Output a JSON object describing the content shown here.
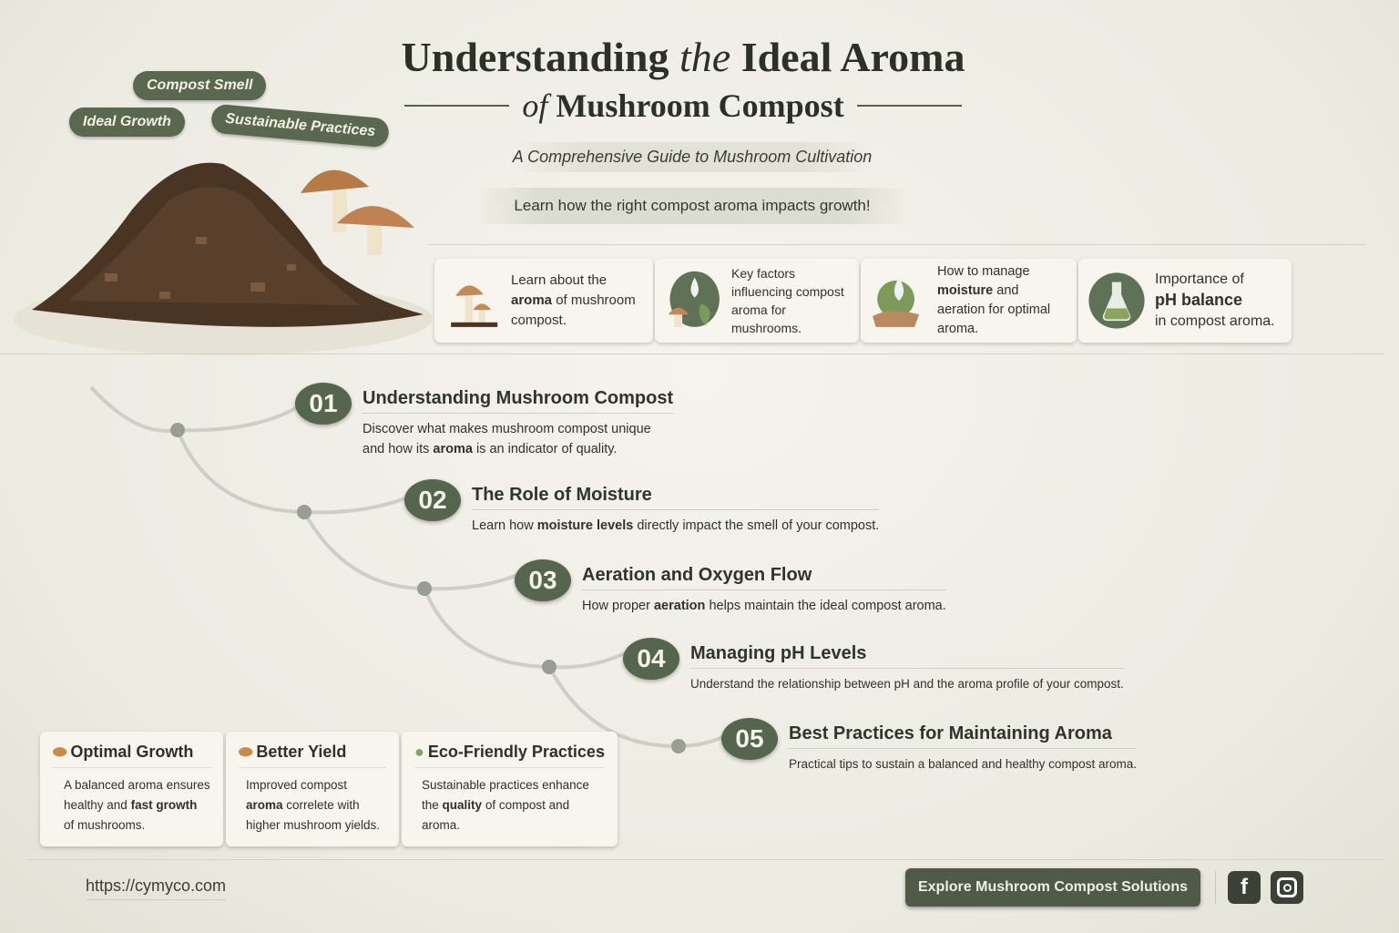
{
  "header": {
    "title_a": "Understanding",
    "title_the": "the",
    "title_b": "Ideal Aroma",
    "title_of": "of",
    "title_c": "Mushroom Compost",
    "subtitle": "A Comprehensive Guide to Mushroom Cultivation",
    "tagline": "Learn how the right compost aroma impacts growth!"
  },
  "bubbles": [
    "Compost Smell",
    "Ideal Growth",
    "Sustainable Practices"
  ],
  "features": [
    {
      "icon": "mushrooms-icon",
      "pre": "Learn about the",
      "bold": "aroma",
      "post": "of mushroom compost."
    },
    {
      "icon": "water-drop-leaf-icon",
      "pre": "Key factors influencing compost aroma for mushrooms.",
      "bold": "",
      "post": ""
    },
    {
      "icon": "moisture-soil-icon",
      "pre": "How to manage",
      "bold": "moisture",
      "post": "and aeration for optimal aroma."
    },
    {
      "icon": "flask-icon",
      "pre": "Importance of",
      "bold": "pH balance",
      "post": "in compost aroma."
    }
  ],
  "steps": [
    {
      "num": "01",
      "title": "Understanding Mushroom Compost",
      "pre": "Discover what makes mushroom compost unique and how its",
      "bold": "aroma",
      "post": "is an indicator of quality."
    },
    {
      "num": "02",
      "title": "The Role of Moisture",
      "pre": "Learn how",
      "bold": "moisture levels",
      "post": "directly impact the smell of your compost."
    },
    {
      "num": "03",
      "title": "Aeration and Oxygen Flow",
      "pre": "How proper",
      "bold": "aeration",
      "post": "helps maintain the ideal compost aroma."
    },
    {
      "num": "04",
      "title": "Managing pH Levels",
      "pre": "Understand the relationship between pH and the aroma profile of your compost.",
      "bold": "",
      "post": ""
    },
    {
      "num": "05",
      "title": "Best Practices for Maintaining Aroma",
      "pre": "Practical tips to sustain a balanced and healthy compost aroma.",
      "bold": "",
      "post": ""
    }
  ],
  "benefits": [
    {
      "icon": "seed-icon",
      "title": "Optimal Growth",
      "pre": "A balanced aroma ensures healthy and",
      "bold": "fast growth",
      "post": "of mushrooms."
    },
    {
      "icon": "seed-icon",
      "title": "Better Yield",
      "pre": "Improved compost",
      "bold": "aroma",
      "post": "correlete with higher mushroom yields."
    },
    {
      "icon": "leaf-icon",
      "title": "Eco-Friendly Practices",
      "pre": "Sustainable practices enhance the",
      "bold": "quality",
      "post": "of compost and aroma."
    }
  ],
  "footer": {
    "url": "https://cymyco.com",
    "cta": "Explore Mushroom Compost Solutions",
    "social": [
      "facebook-icon",
      "instagram-icon"
    ]
  },
  "colors": {
    "accent": "#56654d",
    "background": "#efeee6"
  }
}
